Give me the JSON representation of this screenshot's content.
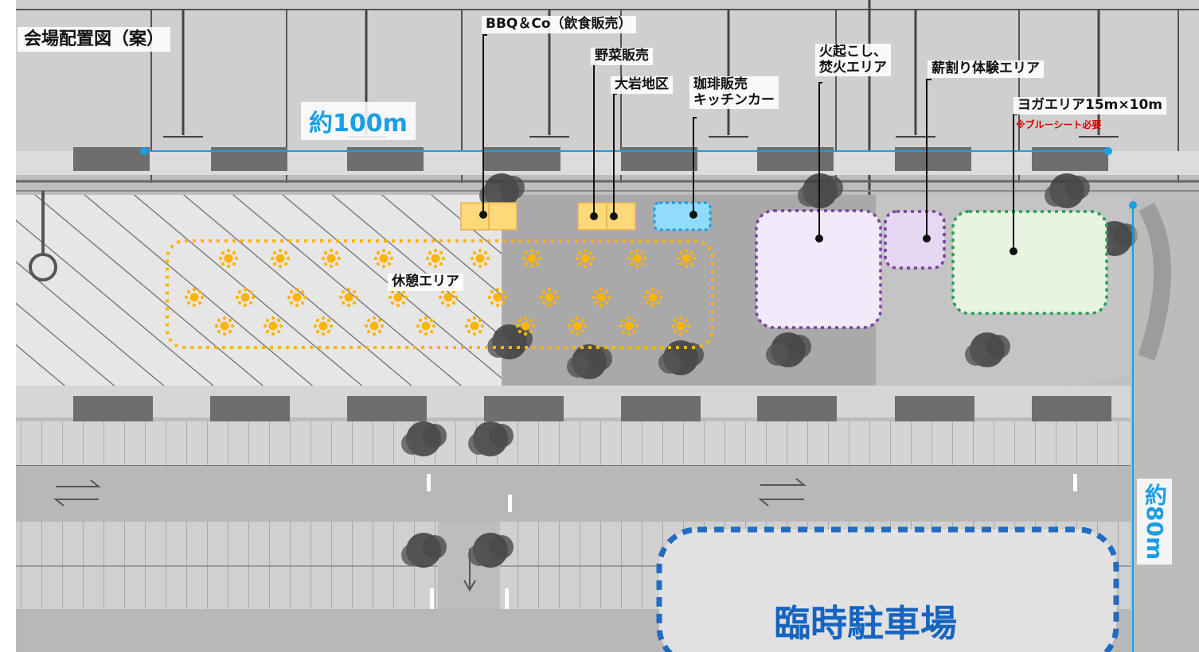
{
  "title": "会場配置図（案）",
  "dimensions": {
    "width": "約100m",
    "depth": "約80m"
  },
  "labels": {
    "bbq": "BBQ＆Co（飲食販売）",
    "vegetable": "野菜販売",
    "oiwa": "大岩地区",
    "coffee_line1": "珈琲販売",
    "coffee_line2": "キッチンカー",
    "fire_line1": "火起こし、",
    "fire_line2": "焚火エリア",
    "wood": "薪割り体験エリア",
    "yoga": "ヨガエリア15m×10m",
    "yoga_note": "※ブルーシート必要",
    "rest": "休憩エリア",
    "parking": "臨時駐車場"
  },
  "colors": {
    "stall_yellow": "#ffd87a",
    "coffee_blue": "#8fdcff",
    "rest_orange": "#ffb400",
    "fire_purple": "#7b3fa0",
    "fire_fill": "#f2eafa",
    "wood_fill": "#e6d8f3",
    "yoga_green": "#22a052",
    "yoga_fill": "#e8f3e2",
    "parking_blue": "#1565c0",
    "dimension_blue": "#1a9ee6"
  }
}
